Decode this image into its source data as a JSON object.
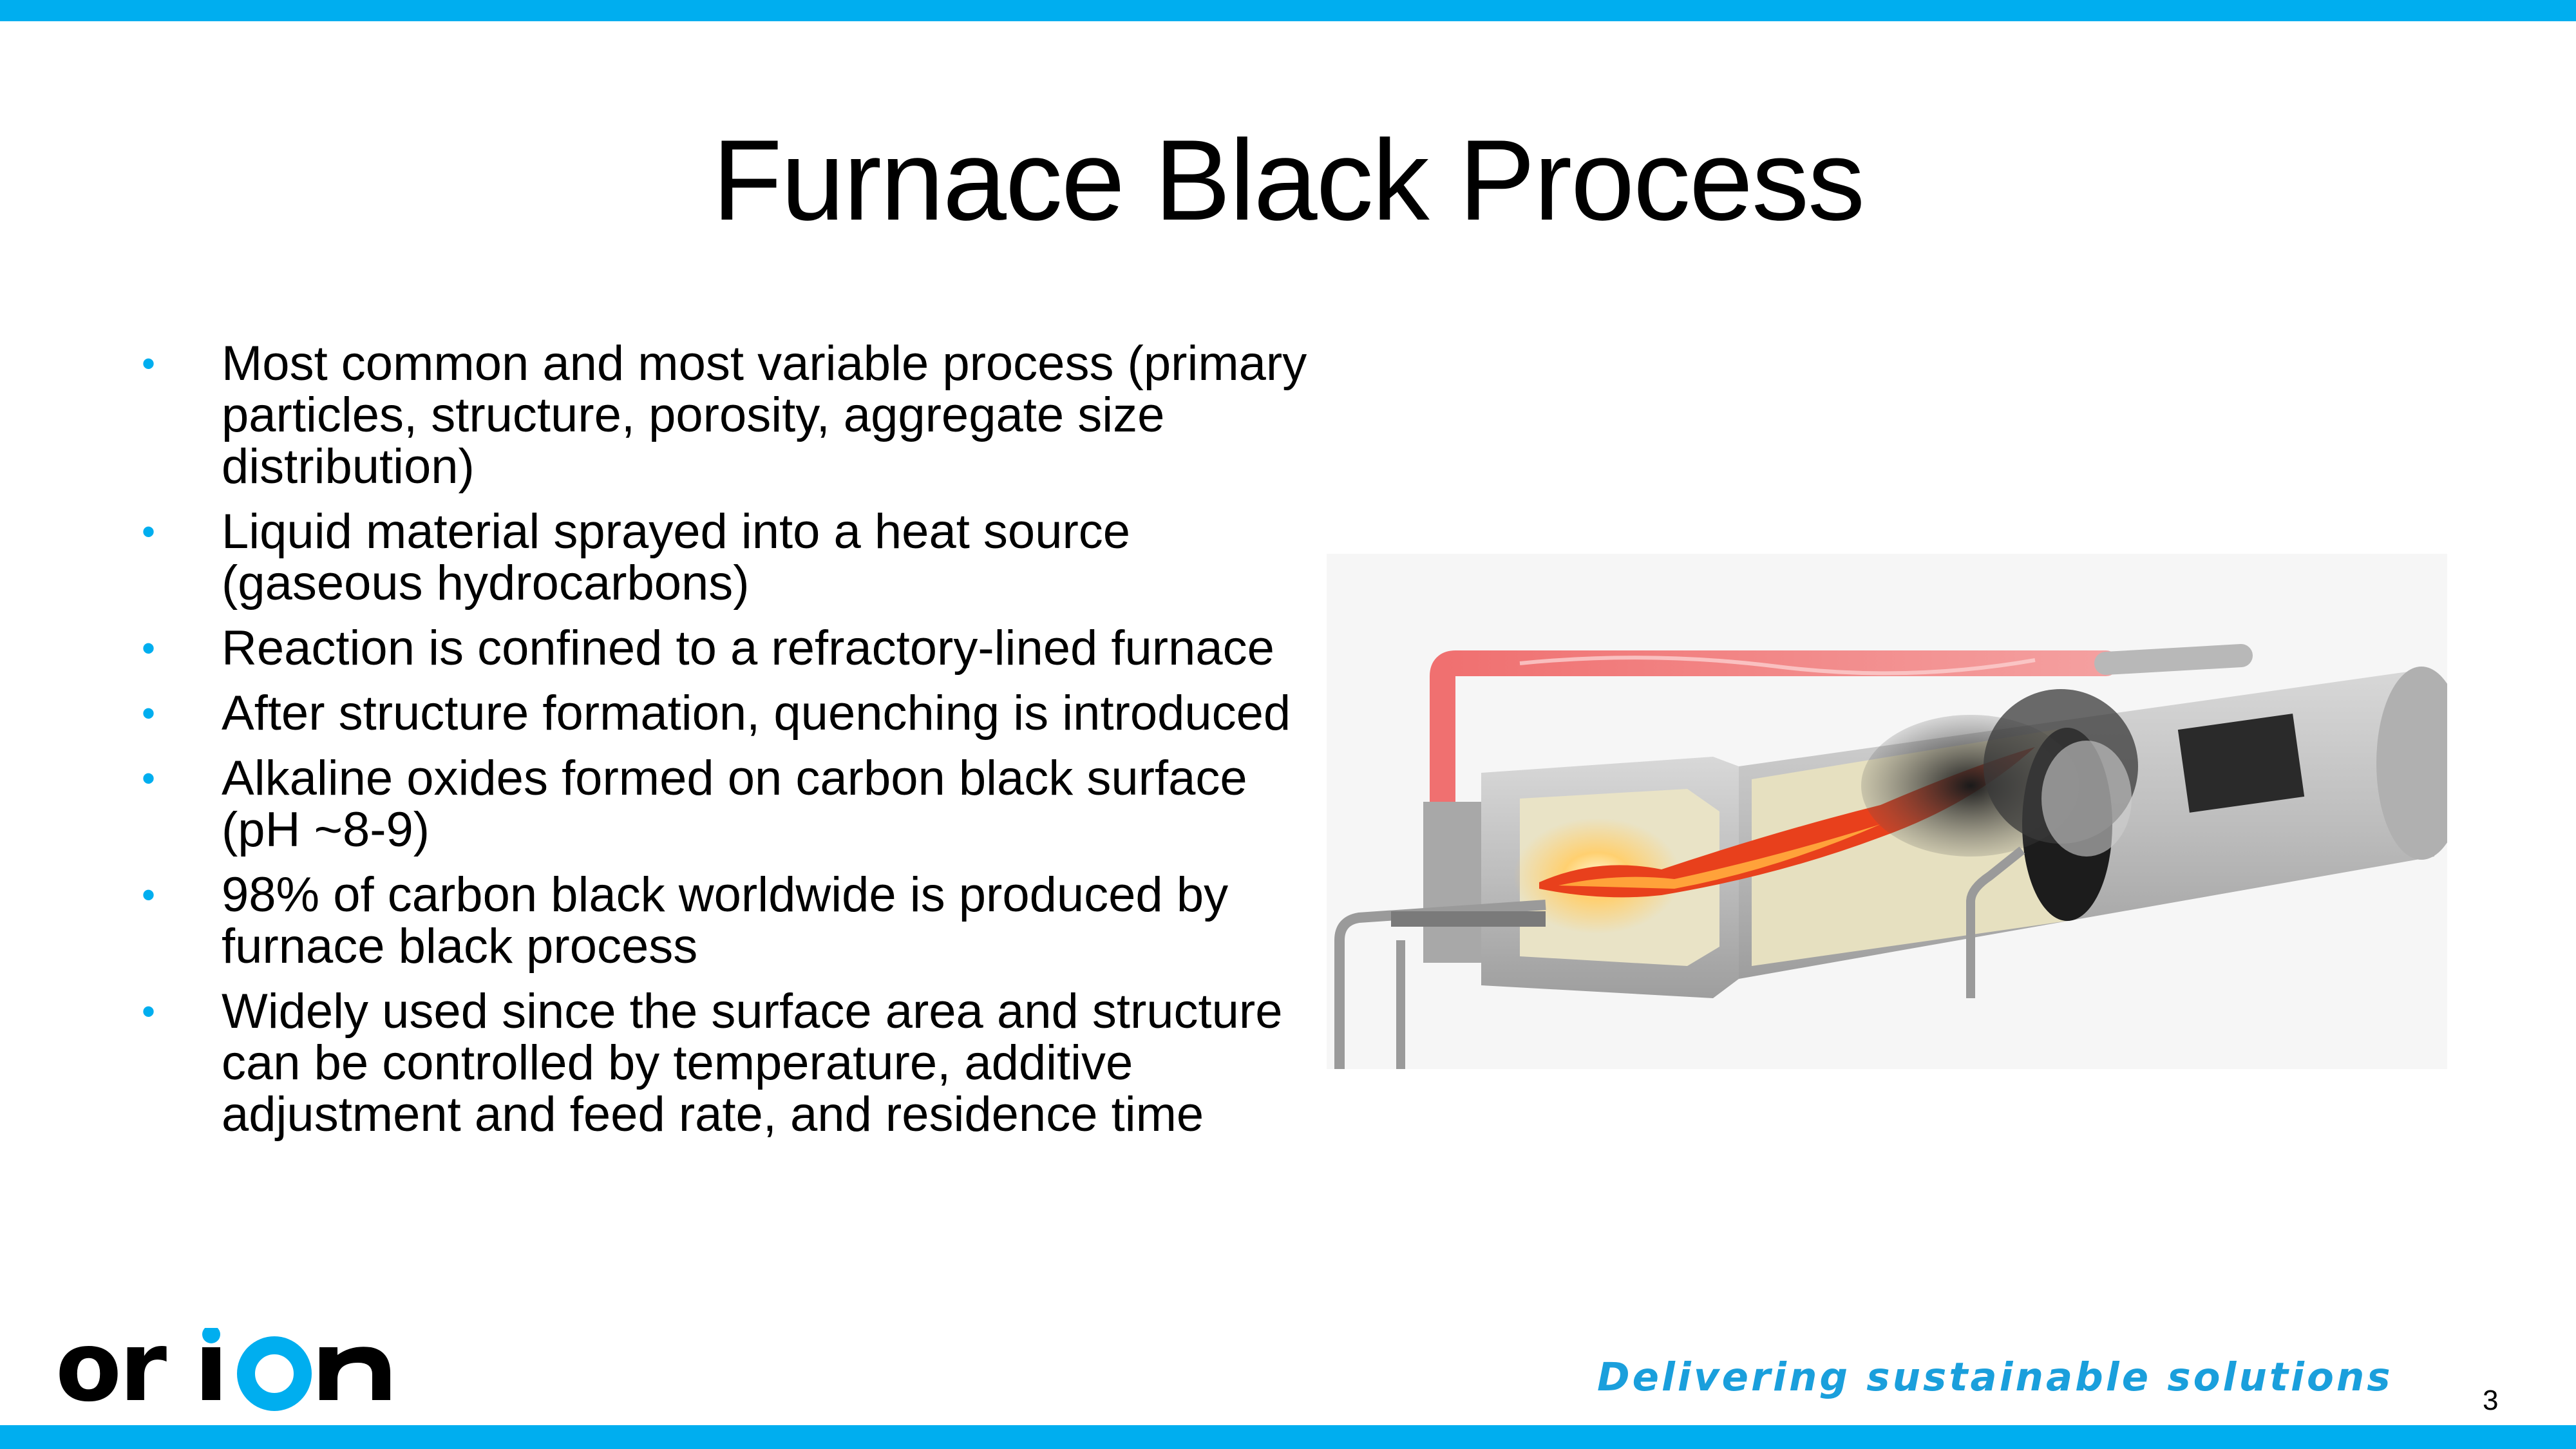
{
  "slide": {
    "title": "Furnace Black Process",
    "bullets": [
      "Most common and most variable process (primary particles, structure, porosity, aggregate size distribution)",
      "Liquid material sprayed into a heat source (gaseous hydrocarbons)",
      "Reaction is confined to a refractory-lined furnace",
      "After structure formation, quenching is introduced",
      "Alkaline oxides formed on carbon black surface (pH ~8-9)",
      "98% of carbon black worldwide is produced by furnace black process",
      "Widely used since the surface area and structure can be controlled by temperature, additive adjustment and feed rate, and residence time"
    ],
    "bullet_marker": "•",
    "page_number": "3"
  },
  "footer": {
    "logo_text": "orion",
    "tagline": "Delivering sustainable solutions"
  },
  "illustration": {
    "subject": "furnace-reactor-cutaway"
  },
  "colors": {
    "accent": "#00aeef",
    "tagline": "#1a9fdc",
    "text": "#000000",
    "reactor_shell": "#c4c4c4",
    "flame": "#e8401c",
    "hot_pipe": "#f07070"
  }
}
